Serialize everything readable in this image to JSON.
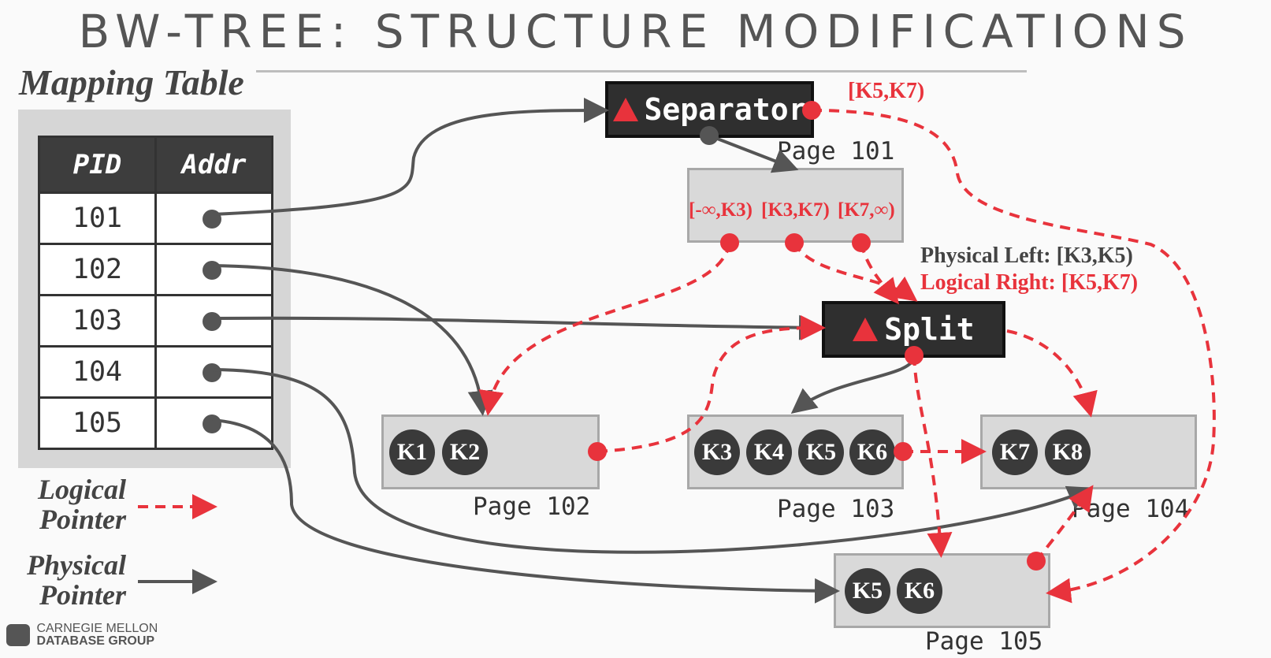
{
  "title": "BW-TREE: STRUCTURE MODIFICATIONS",
  "mapping_table": {
    "title": "Mapping Table",
    "headers": [
      "PID",
      "Addr"
    ],
    "pids": [
      "101",
      "102",
      "103",
      "104",
      "105"
    ]
  },
  "separator": {
    "label": "Separator",
    "range": "[K5,K7)",
    "page_label": "Page 101",
    "ranges": [
      "[-∞,K3)",
      "[K3,K7)",
      "[K7,∞)"
    ]
  },
  "split": {
    "label": "Split",
    "physical_left": "Physical Left: [K3,K5)",
    "logical_right": "Logical Right: [K5,K7)"
  },
  "pages": {
    "p102": {
      "label": "Page 102",
      "keys": [
        "K1",
        "K2"
      ]
    },
    "p103": {
      "label": "Page 103",
      "keys": [
        "K3",
        "K4",
        "K5",
        "K6"
      ]
    },
    "p104": {
      "label": "Page 104",
      "keys": [
        "K7",
        "K8"
      ]
    },
    "p105": {
      "label": "Page 105",
      "keys": [
        "K5",
        "K6"
      ]
    }
  },
  "legend": {
    "logical": [
      "Logical",
      "Pointer"
    ],
    "physical": [
      "Physical",
      "Pointer"
    ]
  },
  "logo": [
    "CARNEGIE MELLON",
    "DATABASE GROUP"
  ],
  "colors": {
    "logical": "#e8333c",
    "physical": "#555555"
  }
}
